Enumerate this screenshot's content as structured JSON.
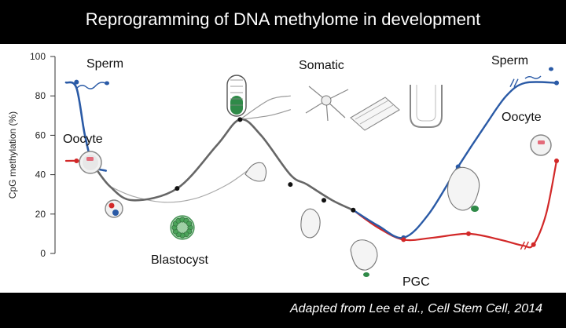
{
  "header": {
    "title": "Reprogramming of DNA methylome in development"
  },
  "footer": {
    "caption": "Adapted from Lee et al., Cell Stem Cell, 2014"
  },
  "chart_data": {
    "type": "line",
    "title": "Reprogramming of DNA methylome in development",
    "ylabel": "CpG methylation (%)",
    "xlabel": "",
    "ylim": [
      0,
      100
    ],
    "yticks": [
      0,
      20,
      40,
      60,
      80,
      100
    ],
    "annotations": [
      "Sperm",
      "Oocyte",
      "Blastocyst",
      "Somatic",
      "PGC",
      "Sperm",
      "Oocyte"
    ],
    "series": [
      {
        "role": "paternal",
        "color": "#2a5aa6",
        "points": [
          {
            "x": 0.3,
            "y": 86.8
          },
          {
            "x": 0.8,
            "y": 84
          },
          {
            "x": 1.2,
            "y": 60
          },
          {
            "x": 1.6,
            "y": 45
          },
          {
            "x": 2.2,
            "y": 42
          }
        ]
      },
      {
        "role": "maternal",
        "color": "#d22828",
        "points": [
          {
            "x": 0.3,
            "y": 47
          },
          {
            "x": 0.8,
            "y": 47
          },
          {
            "x": 1.2,
            "y": 46
          },
          {
            "x": 1.6,
            "y": 45
          }
        ]
      },
      {
        "role": "embryonic",
        "color": "#666666",
        "points": [
          {
            "x": 1.6,
            "y": 45
          },
          {
            "x": 2.4,
            "y": 34
          },
          {
            "x": 3.5,
            "y": 27
          },
          {
            "x": 5.6,
            "y": 33
          },
          {
            "x": 7.5,
            "y": 55
          },
          {
            "x": 8.6,
            "y": 68
          },
          {
            "x": 9.6,
            "y": 60
          },
          {
            "x": 11,
            "y": 40
          },
          {
            "x": 11.8,
            "y": 35
          },
          {
            "x": 13,
            "y": 27
          },
          {
            "x": 14,
            "y": 22
          }
        ]
      },
      {
        "role": "somatic-branch",
        "color": "#999999",
        "points": [
          {
            "x": 8.6,
            "y": 68
          },
          {
            "x": 10,
            "y": 78
          },
          {
            "x": 11,
            "y": 80
          }
        ]
      },
      {
        "role": "somatic-branch-lower",
        "color": "#999999",
        "points": [
          {
            "x": 8.6,
            "y": 68
          },
          {
            "x": 10,
            "y": 70
          },
          {
            "x": 11,
            "y": 73
          }
        ]
      },
      {
        "role": "blastocyst-branch",
        "color": "#aaaaaa",
        "points": [
          {
            "x": 2.4,
            "y": 34
          },
          {
            "x": 3.5,
            "y": 29
          },
          {
            "x": 5,
            "y": 26
          },
          {
            "x": 6.5,
            "y": 28
          },
          {
            "x": 8,
            "y": 35
          },
          {
            "x": 9.2,
            "y": 44
          }
        ]
      },
      {
        "role": "pgc-paternal",
        "color": "#2a5aa6",
        "points": [
          {
            "x": 14,
            "y": 22
          },
          {
            "x": 15.2,
            "y": 14
          },
          {
            "x": 16.4,
            "y": 8
          },
          {
            "x": 17.6,
            "y": 20
          },
          {
            "x": 19,
            "y": 44
          },
          {
            "x": 20.3,
            "y": 65
          },
          {
            "x": 21.3,
            "y": 80
          },
          {
            "x": 22.2,
            "y": 86.6
          },
          {
            "x": 23.7,
            "y": 86.6
          }
        ]
      },
      {
        "role": "pgc-maternal",
        "color": "#d22828",
        "points": [
          {
            "x": 14,
            "y": 22
          },
          {
            "x": 15.2,
            "y": 13
          },
          {
            "x": 16.4,
            "y": 7
          },
          {
            "x": 17.8,
            "y": 8
          },
          {
            "x": 19.5,
            "y": 10
          },
          {
            "x": 21,
            "y": 7
          },
          {
            "x": 22.1,
            "y": 4
          },
          {
            "x": 22.6,
            "y": 4.5
          },
          {
            "x": 23.2,
            "y": 20
          },
          {
            "x": 23.7,
            "y": 47
          }
        ]
      }
    ],
    "markers": [
      {
        "x": 0.8,
        "y": 87,
        "color": "#2a5aa6"
      },
      {
        "x": 0.8,
        "y": 47,
        "color": "#d22828"
      },
      {
        "x": 1.6,
        "y": 45,
        "color": "#111111"
      },
      {
        "x": 5.6,
        "y": 33,
        "color": "#111111"
      },
      {
        "x": 8.6,
        "y": 68,
        "color": "#111111"
      },
      {
        "x": 11,
        "y": 35,
        "color": "#111111"
      },
      {
        "x": 12.6,
        "y": 27,
        "color": "#111111"
      },
      {
        "x": 14,
        "y": 22,
        "color": "#111111"
      },
      {
        "x": 16.4,
        "y": 8,
        "color": "#2a5aa6"
      },
      {
        "x": 16.4,
        "y": 7,
        "color": "#d22828"
      },
      {
        "x": 19,
        "y": 44,
        "color": "#2a5aa6"
      },
      {
        "x": 19.5,
        "y": 10,
        "color": "#d22828"
      },
      {
        "x": 22.6,
        "y": 4.5,
        "color": "#d22828"
      },
      {
        "x": 23.7,
        "y": 86.6,
        "color": "#2a5aa6"
      },
      {
        "x": 23.7,
        "y": 47,
        "color": "#d22828"
      }
    ]
  }
}
